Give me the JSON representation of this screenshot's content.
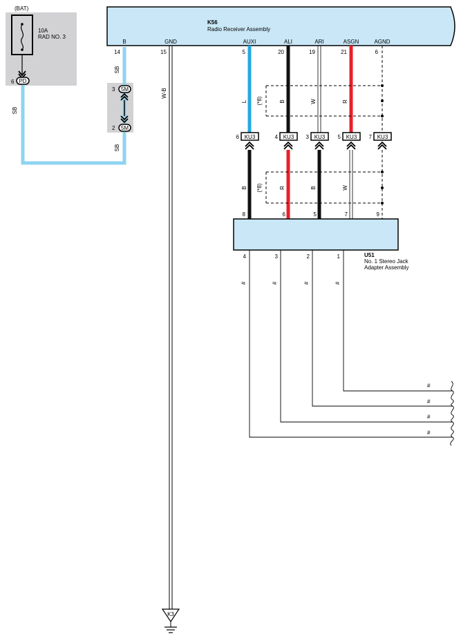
{
  "fuse": {
    "source": "(BAT)",
    "rating": "10A",
    "name": "RAD NO. 3",
    "connector_pin": "6",
    "connector": "PD"
  },
  "main_unit": {
    "id": "K56",
    "name": "Radio Receiver Assembly",
    "terminals": [
      {
        "label": "B",
        "pin": "14"
      },
      {
        "label": "GND",
        "pin": "15"
      },
      {
        "label": "AUXI",
        "pin": "5"
      },
      {
        "label": "ALI",
        "pin": "20"
      },
      {
        "label": "ARI",
        "pin": "19"
      },
      {
        "label": "ASGN",
        "pin": "21"
      },
      {
        "label": "AGND",
        "pin": "6"
      }
    ]
  },
  "junction": {
    "connector": "5M",
    "pin_top": "3",
    "pin_bottom": "2"
  },
  "wire_colors": {
    "sb_top": "SB",
    "sb_left": "SB",
    "sb_bottom": "SB",
    "gnd": "W-B",
    "upper": [
      "L",
      "B",
      "W",
      "R"
    ],
    "lower": [
      "B",
      "R",
      "B",
      "W"
    ],
    "shield_upper": "(*8)",
    "shield_lower": "(*8)"
  },
  "inline_connectors": [
    {
      "pin": "6",
      "name": "KU3"
    },
    {
      "pin": "4",
      "name": "KU3"
    },
    {
      "pin": "3",
      "name": "KU3"
    },
    {
      "pin": "5",
      "name": "KU3"
    },
    {
      "pin": "7",
      "name": "KU3"
    }
  ],
  "adapter": {
    "id": "U51",
    "name_line1": "No. 1 Stereo Jack",
    "name_line2": "Adapter Assembly",
    "top_pins": [
      "8",
      "6",
      "5",
      "7",
      "9"
    ],
    "bottom_pins": [
      "4",
      "3",
      "2",
      "1"
    ],
    "wire_marks": [
      "#",
      "#",
      "#",
      "#"
    ],
    "end_marks": [
      "#",
      "#",
      "#",
      "#"
    ]
  },
  "ground": {
    "id": "K3"
  },
  "colors": {
    "body_fill": "#c9e7f7",
    "gray_box": "#d2d2d4",
    "wire_blue": "#8fd3f1",
    "wire_L": "#25a9e0",
    "wire_B": "#111111",
    "wire_R": "#e8202a"
  }
}
